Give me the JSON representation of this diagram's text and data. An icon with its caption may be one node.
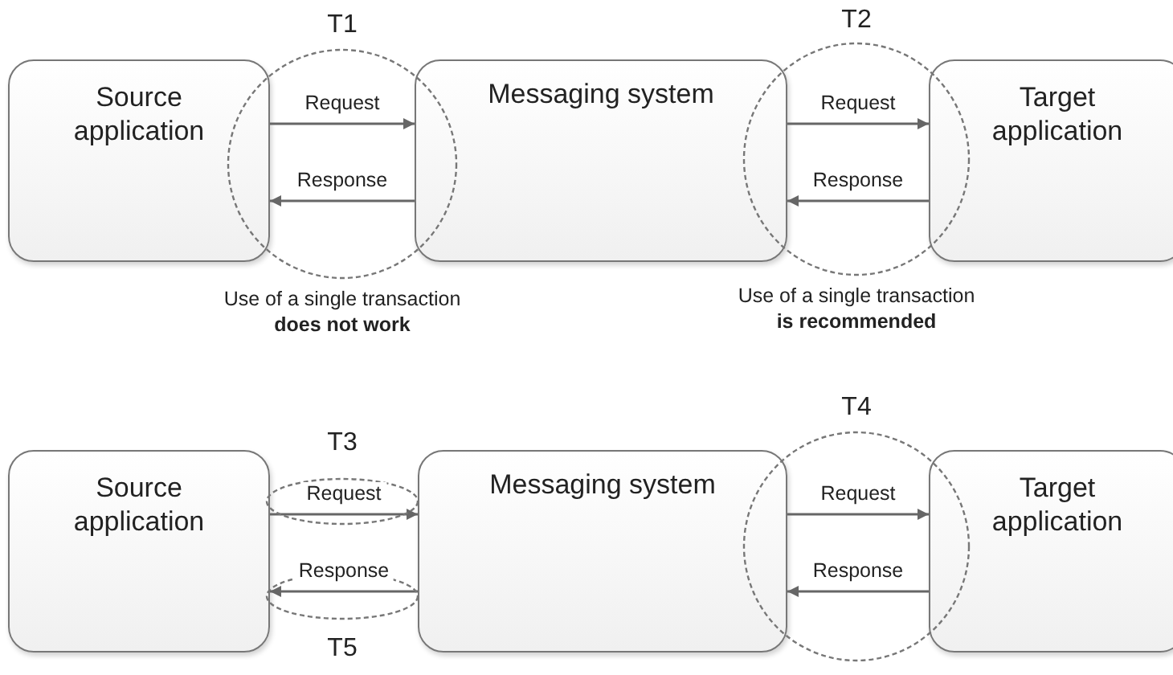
{
  "diagram": {
    "nodes": [
      {
        "text": [
          "Source application"
        ]
      },
      {
        "text": [
          "Messaging system"
        ]
      },
      {
        "text": [
          "Target application"
        ]
      },
      {
        "text": [
          "Source application"
        ]
      },
      {
        "text": [
          "Messaging system"
        ]
      },
      {
        "text": [
          "Target application"
        ]
      }
    ],
    "edges": [
      {
        "from": 0,
        "to": 1,
        "arrow": "to",
        "label": "Request"
      },
      {
        "from": 1,
        "to": 0,
        "arrow": "to",
        "label": "Response"
      },
      {
        "from": 1,
        "to": 2,
        "arrow": "to",
        "label": "Request"
      },
      {
        "from": 2,
        "to": 1,
        "arrow": "to",
        "label": "Response"
      },
      {
        "from": 3,
        "to": 4,
        "arrow": "to",
        "label": "Request"
      },
      {
        "from": 4,
        "to": 3,
        "arrow": "to",
        "label": "Response"
      },
      {
        "from": 4,
        "to": 5,
        "arrow": "to",
        "label": "Request"
      },
      {
        "from": 5,
        "to": 4,
        "arrow": "to",
        "label": "Response"
      }
    ],
    "labels": [
      "T1",
      "T2",
      "Use of a single transaction **does not work**",
      "Use of a single transaction **is recommended**",
      "T4",
      "T3",
      "T5"
    ]
  }
}
